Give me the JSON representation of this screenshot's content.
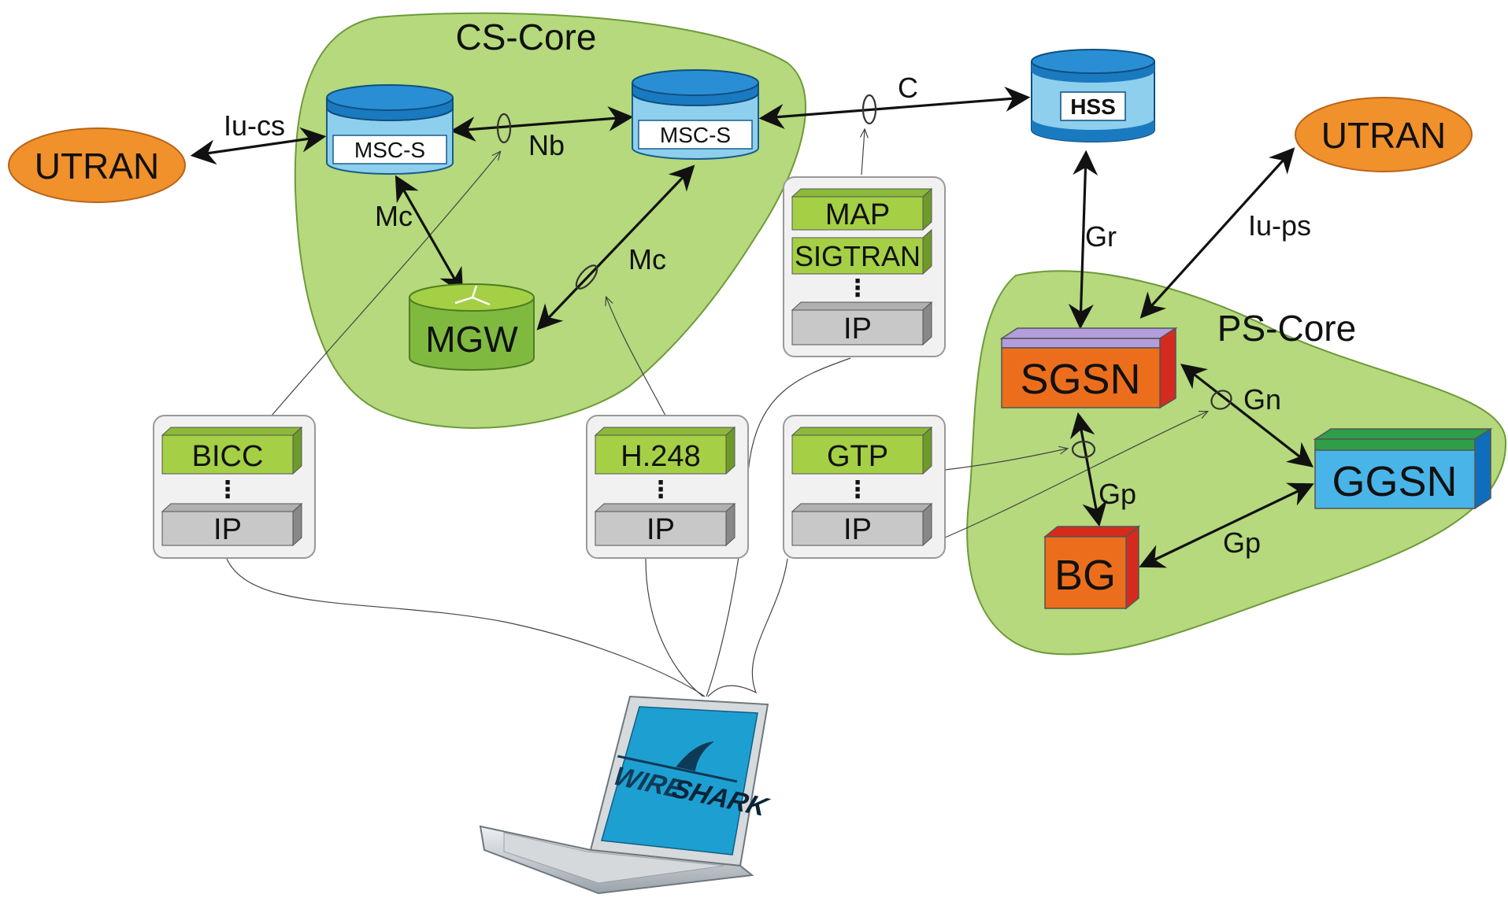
{
  "regions": {
    "cs_core": "CS-Core",
    "ps_core": "PS-Core"
  },
  "nodes": {
    "utran_left": "UTRAN",
    "utran_right": "UTRAN",
    "msc_s_1": "MSC-S",
    "msc_s_2": "MSC-S",
    "mgw": "MGW",
    "hss": "HSS",
    "sgsn": "SGSN",
    "ggsn": "GGSN",
    "bg": "BG"
  },
  "interfaces": {
    "iu_cs": "Iu-cs",
    "nb": "Nb",
    "mc_1": "Mc",
    "mc_2": "Mc",
    "c": "C",
    "gr": "Gr",
    "iu_ps": "Iu-ps",
    "gn": "Gn",
    "gp_1": "Gp",
    "gp_2": "Gp"
  },
  "stacks": {
    "bicc": {
      "top": "BICC",
      "bottom": "IP",
      "dots": "⋮"
    },
    "h248": {
      "top": "H.248",
      "bottom": "IP",
      "dots": "⋮"
    },
    "gtp": {
      "top": "GTP",
      "bottom": "IP",
      "dots": "⋮"
    },
    "map": {
      "top": "MAP",
      "middle": "SIGTRAN",
      "bottom": "IP",
      "dots": "⋮"
    }
  },
  "laptop": {
    "logo_part1": "WIRE",
    "logo_part2": "SHARK"
  },
  "colors": {
    "core_green": "#b5d97c",
    "utran_orange": "#f0912c",
    "db_blue": "#1a7ac0",
    "db_light": "#8ecfee",
    "proto_green": "#a5cf45",
    "ip_gray": "#c8c8c8",
    "sgsn_orange": "#ec6e1c",
    "ggsn_blue": "#49b4e8",
    "laptop_screen": "#1e9fd2"
  }
}
